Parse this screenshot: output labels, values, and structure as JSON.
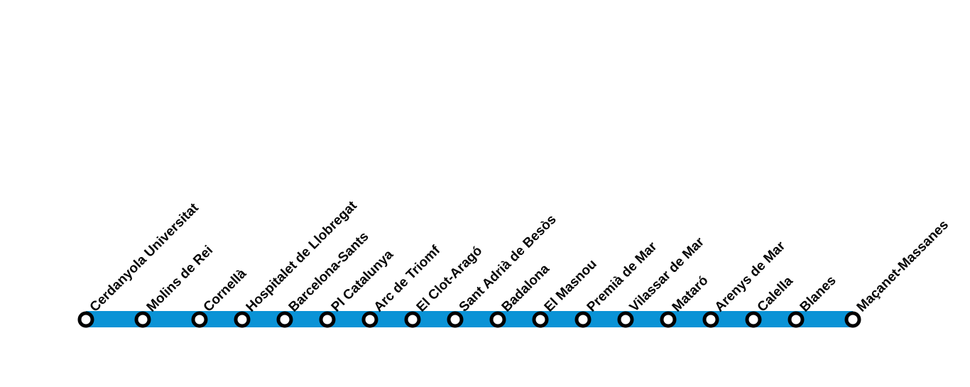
{
  "line": {
    "color": "#0a93d6",
    "stations": [
      "Cerdanyola Universitat",
      "Molins de Rei",
      "Cornellà",
      "Hospitalet de Llobregat",
      "Barcelona-Sants",
      "Pl Catalunya",
      "Arc de Triomf",
      "El Clot-Aragó",
      "Sant Adrià de Besòs",
      "Badalona",
      "El Masnou",
      "Premià de Mar",
      "Vilassar de Mar",
      "Mataró",
      "Arenys de Mar",
      "Calella",
      "Blanes",
      "Maçanet-Massanes"
    ]
  }
}
